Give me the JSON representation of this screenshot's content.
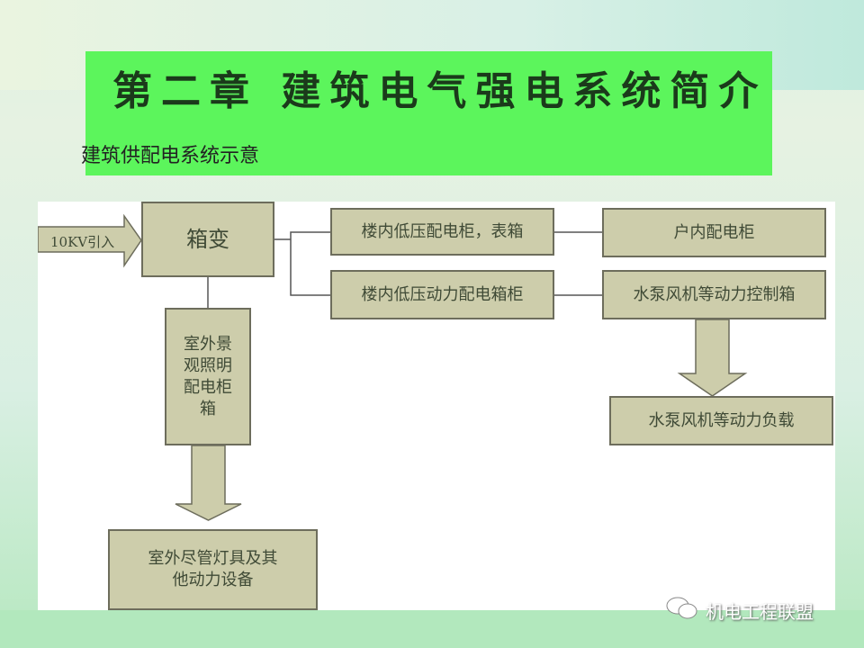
{
  "slide": {
    "title": "第二章  建筑电气强电系统简介",
    "subtitle": "建筑供配电系统示意"
  },
  "diagram": {
    "input_arrow": "10KV引入",
    "box_transformer": "箱变",
    "outdoor_cabinet": "室外景观照明配电柜箱",
    "outdoor_equipment": "室外尽管灯具及其他动力设备",
    "lv_cabinet": "楼内低压配电柜，表箱",
    "lv_power_cabinet": "楼内低压动力配电箱柜",
    "indoor_cabinet": "户内配电柜",
    "pump_control": "水泵风机等动力控制箱",
    "pump_load": "水泵风机等动力负载"
  },
  "watermark": "机电工程联盟",
  "colors": {
    "title_band": "#5cf55c",
    "box_fill": "#cdcdab",
    "box_border": "#6d6d5c"
  }
}
